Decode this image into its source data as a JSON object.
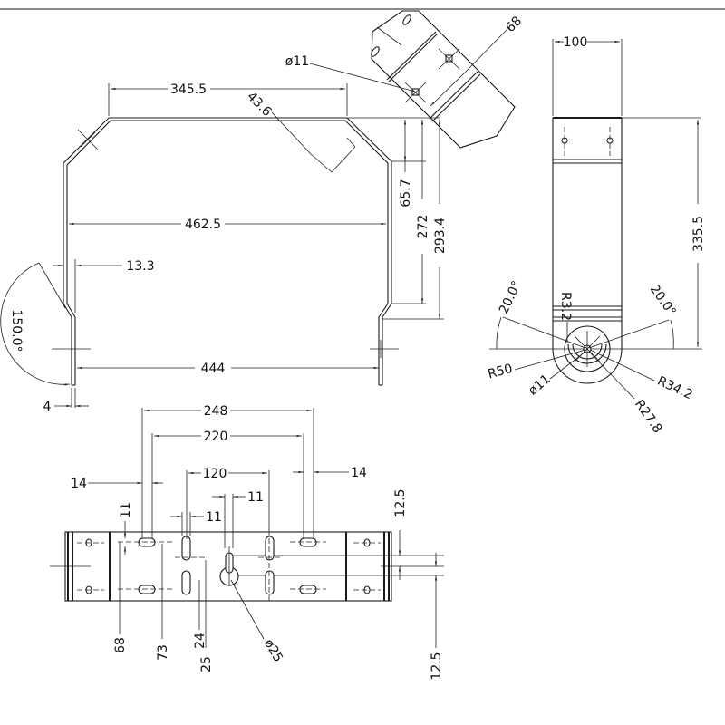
{
  "drawing": {
    "title": "Mounting bracket technical drawing",
    "line_color": "#1a1a1a",
    "background": "#ffffff"
  },
  "front_view": {
    "dim_top_width": "345.5",
    "dim_chamfer": "43.6",
    "dim_inner_width": "462.5",
    "dim_bottom_width": "444",
    "dim_offset": "13.3",
    "dim_thickness": "4",
    "dim_angle": "150.0°",
    "dim_height_1": "65.7",
    "dim_height_2": "272",
    "dim_height_3": "293.4"
  },
  "detail_view": {
    "dim_hole": "ø11",
    "dim_spacing": "68"
  },
  "side_view": {
    "dim_width": "100",
    "dim_height": "335.5",
    "dim_angle_left": "20.0°",
    "dim_angle_right": "20.0°",
    "dim_r_small": "R3.2",
    "dim_r50": "R50",
    "dim_hole": "ø11",
    "dim_r34": "R34.2",
    "dim_r27": "R27.8"
  },
  "plan_view": {
    "dim_248": "248",
    "dim_220": "220",
    "dim_120": "120",
    "dim_14_left": "14",
    "dim_14_right": "14",
    "dim_11_a": "11",
    "dim_11_b": "11",
    "dim_11_c": "11",
    "dim_12_5_top": "12.5",
    "dim_12_5_bottom": "12.5",
    "dim_68": "68",
    "dim_73": "73",
    "dim_24": "24",
    "dim_25": "25",
    "dim_hole_25": "ø25"
  }
}
